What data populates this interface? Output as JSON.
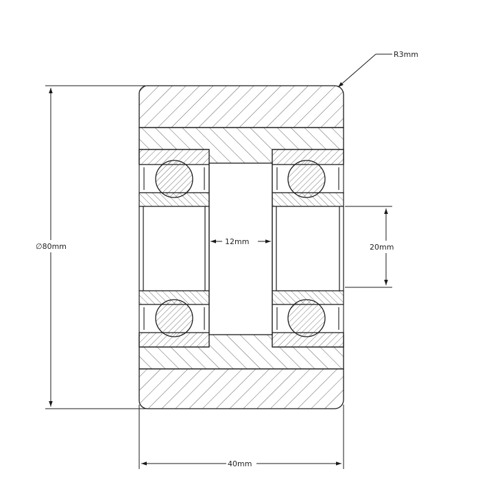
{
  "dimensions": {
    "outer_diameter": "∅80mm",
    "width": "40mm",
    "bore": "20mm",
    "spacer_gap": "12mm",
    "corner_radius": "R3mm"
  },
  "colors": {
    "line": "#1a1a1a",
    "hatch": "#333333",
    "background": "#ffffff"
  }
}
